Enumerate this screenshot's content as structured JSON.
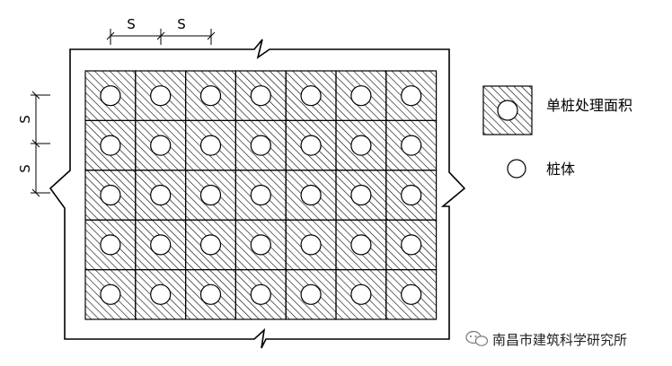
{
  "diagram": {
    "grid": {
      "rows": 5,
      "cols": 7
    },
    "dimension_label_top_1": "S",
    "dimension_label_top_2": "S",
    "dimension_label_left_1": "S",
    "dimension_label_left_2": "S"
  },
  "legend": {
    "cell_label": "单桩处理面积",
    "pile_label": "桩体"
  },
  "watermark": {
    "text": "南昌市建筑科学研究所",
    "icon": "wechat-icon"
  },
  "colors": {
    "line": "#000000",
    "hatch": "#000000",
    "background": "#ffffff"
  }
}
